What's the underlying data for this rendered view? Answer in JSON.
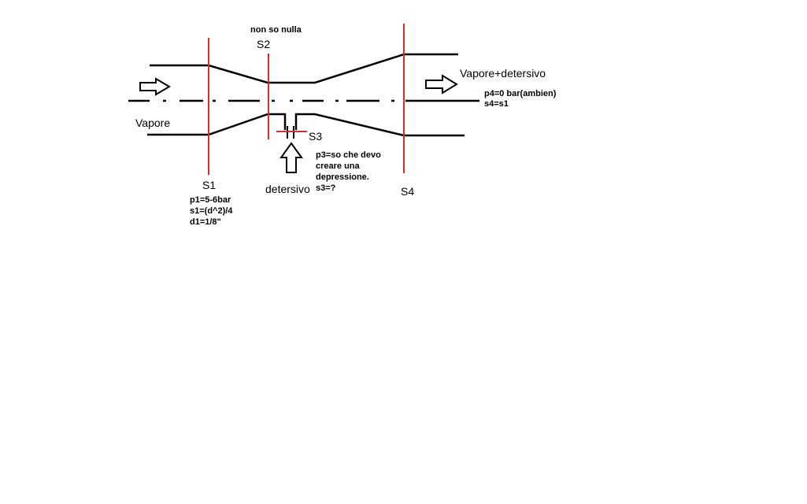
{
  "diagram": {
    "colors": {
      "line": "#000000",
      "section": "#d03030",
      "background": "#ffffff"
    },
    "labels": {
      "s2_note": "non so nulla",
      "s2": "S2",
      "vapore": "Vapore",
      "vapore_detersivo": "Vapore+detersivo",
      "s3": "S3",
      "s1": "S1",
      "detersivo": "detersivo",
      "s4": "S4"
    },
    "s1_notes": [
      "p1=5-6bar",
      "s1=(d^2)/4",
      "d1=1/8\""
    ],
    "s3_notes": [
      "p3=so che devo",
      "creare una",
      "depressione.",
      "s3=?"
    ],
    "s4_notes": [
      "p4=0 bar(ambien)",
      "s4=s1"
    ],
    "icons": [
      "arrow-right-inlet-icon",
      "arrow-right-outlet-icon",
      "arrow-up-detersivo-icon"
    ]
  }
}
